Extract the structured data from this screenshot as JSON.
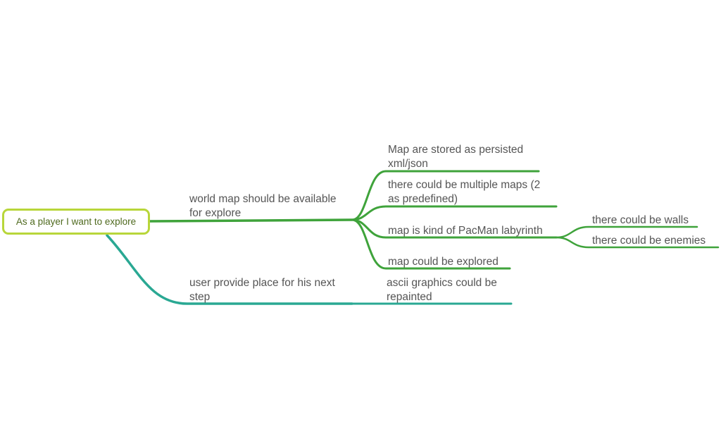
{
  "root": {
    "label": "As a player I want to explore"
  },
  "colors": {
    "root_border": "#b8d63a",
    "root_text": "#4f6a1f",
    "green_branch": "#3fa33b",
    "teal_branch": "#2aa893",
    "topic_text": "#555555"
  },
  "branches": {
    "world_map": {
      "label": "world map should be available for explore",
      "children": {
        "stored": "Map are stored as persisted xml/json",
        "multiple": "there could be multiple maps (2 as predefined)",
        "pacman": "map is kind of PacMan labyrinth",
        "explored": "map could be explored"
      },
      "pacman_children": {
        "walls": "there could be walls",
        "enemies": "there could be enemies"
      }
    },
    "user_step": {
      "label": "user provide place for his next step",
      "children": {
        "ascii": "ascii graphics could be repainted"
      }
    }
  }
}
